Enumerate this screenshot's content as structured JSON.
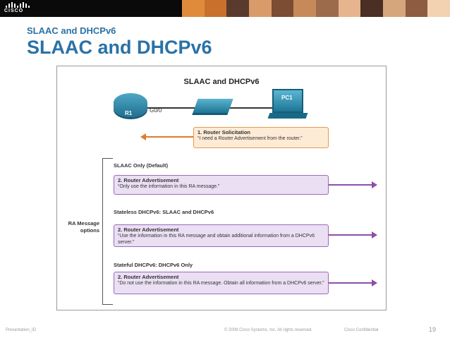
{
  "header": {
    "logo_text": "CISCO",
    "photo_colors": [
      "#e08b3c",
      "#c9702d",
      "#5a3a2c",
      "#d99b6a",
      "#7c4c33",
      "#c68a5a",
      "#9b6b4c",
      "#e6b58d",
      "#4b2e24",
      "#d5a67c",
      "#8e5c40",
      "#f2d2b0"
    ]
  },
  "subtitle": "SLAAC and DHCPv6",
  "title": "SLAAC and DHCPv6",
  "figure": {
    "title": "SLAAC and DHCPv6",
    "router_label": "R1",
    "interface_label": "G0/0",
    "pc_label": "PC1",
    "rs": {
      "heading": "1. Router Solicitation",
      "text": "“I need a Router Advertisement from the router.”"
    },
    "section1": "SLAAC Only (Default)",
    "ra1": {
      "heading": "2. Router Advertisement",
      "text": "“Only use the information in this RA message.”"
    },
    "section2": "Stateless DHCPv6: SLAAC and DHCPv6",
    "ra2": {
      "heading": "2. Router Advertisement",
      "text": "“Use the information in this RA message and obtain additional information from a DHCPv6 server.”"
    },
    "section3": "Stateful DHCPv6: DHCPv6 Only",
    "ra3": {
      "heading": "2. Router Advertisement",
      "text": "“Do not use the information in this RA message. Obtain all information from a DHCPv6 server.”"
    },
    "ra_options": "RA Message options"
  },
  "footer": {
    "left": "Presentation_ID",
    "center": "© 2008 Cisco Systems, Inc. All rights reserved.",
    "right": "Cisco Confidential",
    "page": "19"
  }
}
